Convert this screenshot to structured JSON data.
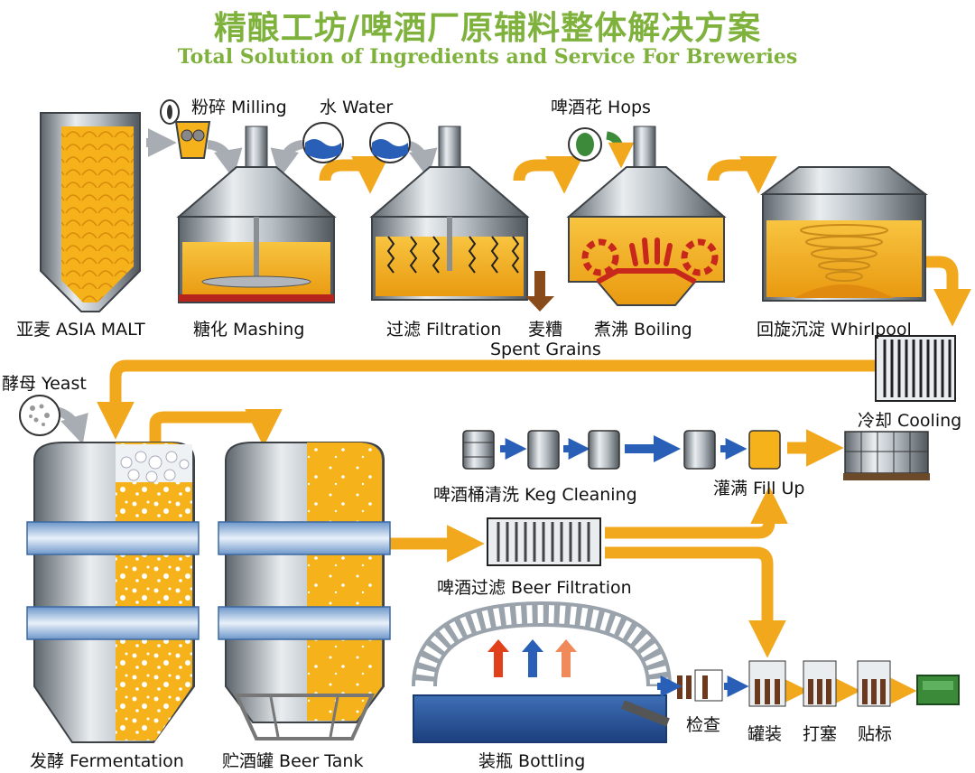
{
  "header": {
    "title_cn": "精酿工坊/啤酒厂原辅料整体解决方案",
    "title_en": "Total Solution of Ingredients and Service For Breweries"
  },
  "labels": {
    "malt": "亚麦  ASIA  MALT",
    "milling": "粉碎  Milling",
    "water": "水  Water",
    "mashing": "糖化  Mashing",
    "filtration": "过滤  Filtration",
    "spent_grains_cn": "麦糟",
    "spent_grains_en": "Spent  Grains",
    "hops": "啤酒花  Hops",
    "boiling": "煮沸  Boiling",
    "whirlpool": "回旋沉淀  Whirlpool",
    "cooling": "冷却  Cooling",
    "yeast": "酵母  Yeast",
    "keg_cleaning": "啤酒桶清洗  Keg  Cleaning",
    "fill_up": "灌满  Fill  Up",
    "beer_filtration": "啤酒过滤  Beer  Filtration",
    "fermentation": "发酵  Fermentation",
    "beer_tank": "贮酒罐  Beer  Tank",
    "bottling": "装瓶  Bottling",
    "inspection": "检查",
    "canning": "罐装",
    "capping": "打塞",
    "labeling": "贴标"
  },
  "colors": {
    "title": "#7fb23d",
    "arrow": "#f2a81d",
    "liquid": "#f5b21a",
    "steel": "#9aa3ab",
    "blue_arrow": "#2a5fb8",
    "grains": "#8a4b1a"
  }
}
